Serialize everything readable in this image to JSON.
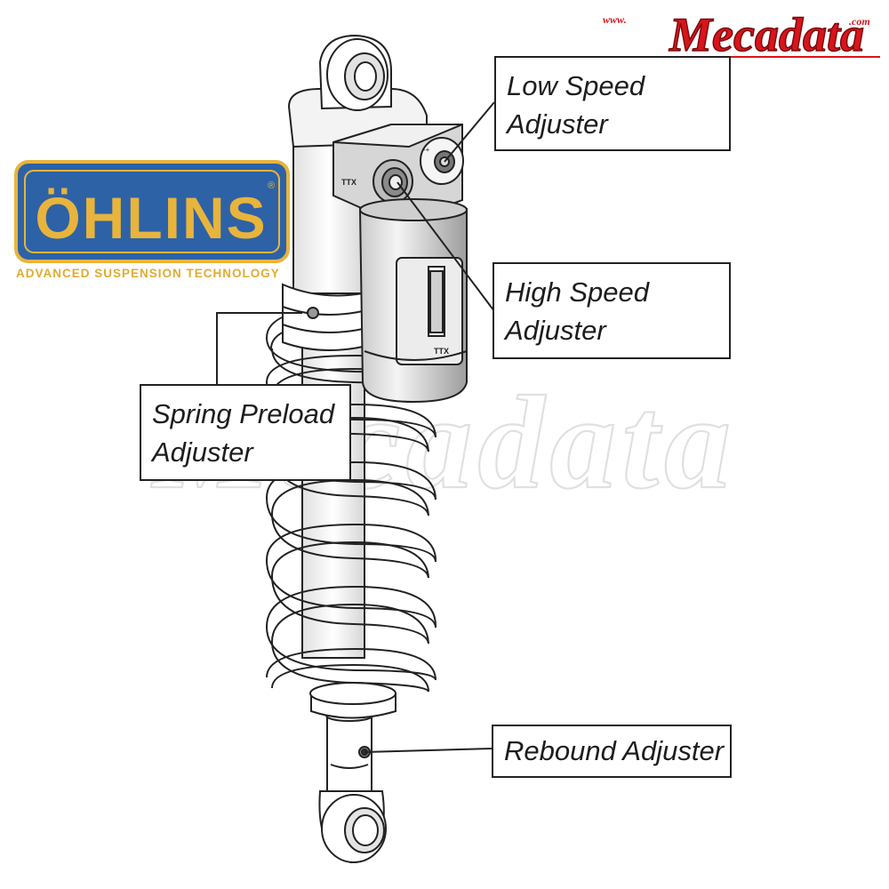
{
  "watermark": {
    "site_prefix": "www.",
    "site_name": "Mecadata",
    "site_suffix": ".com",
    "center_watermark": "Mecadata"
  },
  "brand": {
    "name": "ÖHLINS",
    "registered_mark": "®",
    "tagline": "ADVANCED SUSPENSION TECHNOLOGY",
    "colors": {
      "blue": "#2d62a6",
      "gold": "#e8b43c"
    }
  },
  "shock_markings": {
    "ttx": "TTX",
    "rotation_hint": "-+"
  },
  "callouts": {
    "low_speed": {
      "line1": "Low Speed",
      "line2": "Adjuster"
    },
    "high_speed": {
      "line1": "High Speed",
      "line2": "Adjuster"
    },
    "spring_preload": {
      "line1": "Spring Preload",
      "line2": "Adjuster"
    },
    "rebound": {
      "line1": "Rebound Adjuster"
    }
  },
  "colors": {
    "watermark_red": "#d9141b",
    "line": "#222222"
  }
}
